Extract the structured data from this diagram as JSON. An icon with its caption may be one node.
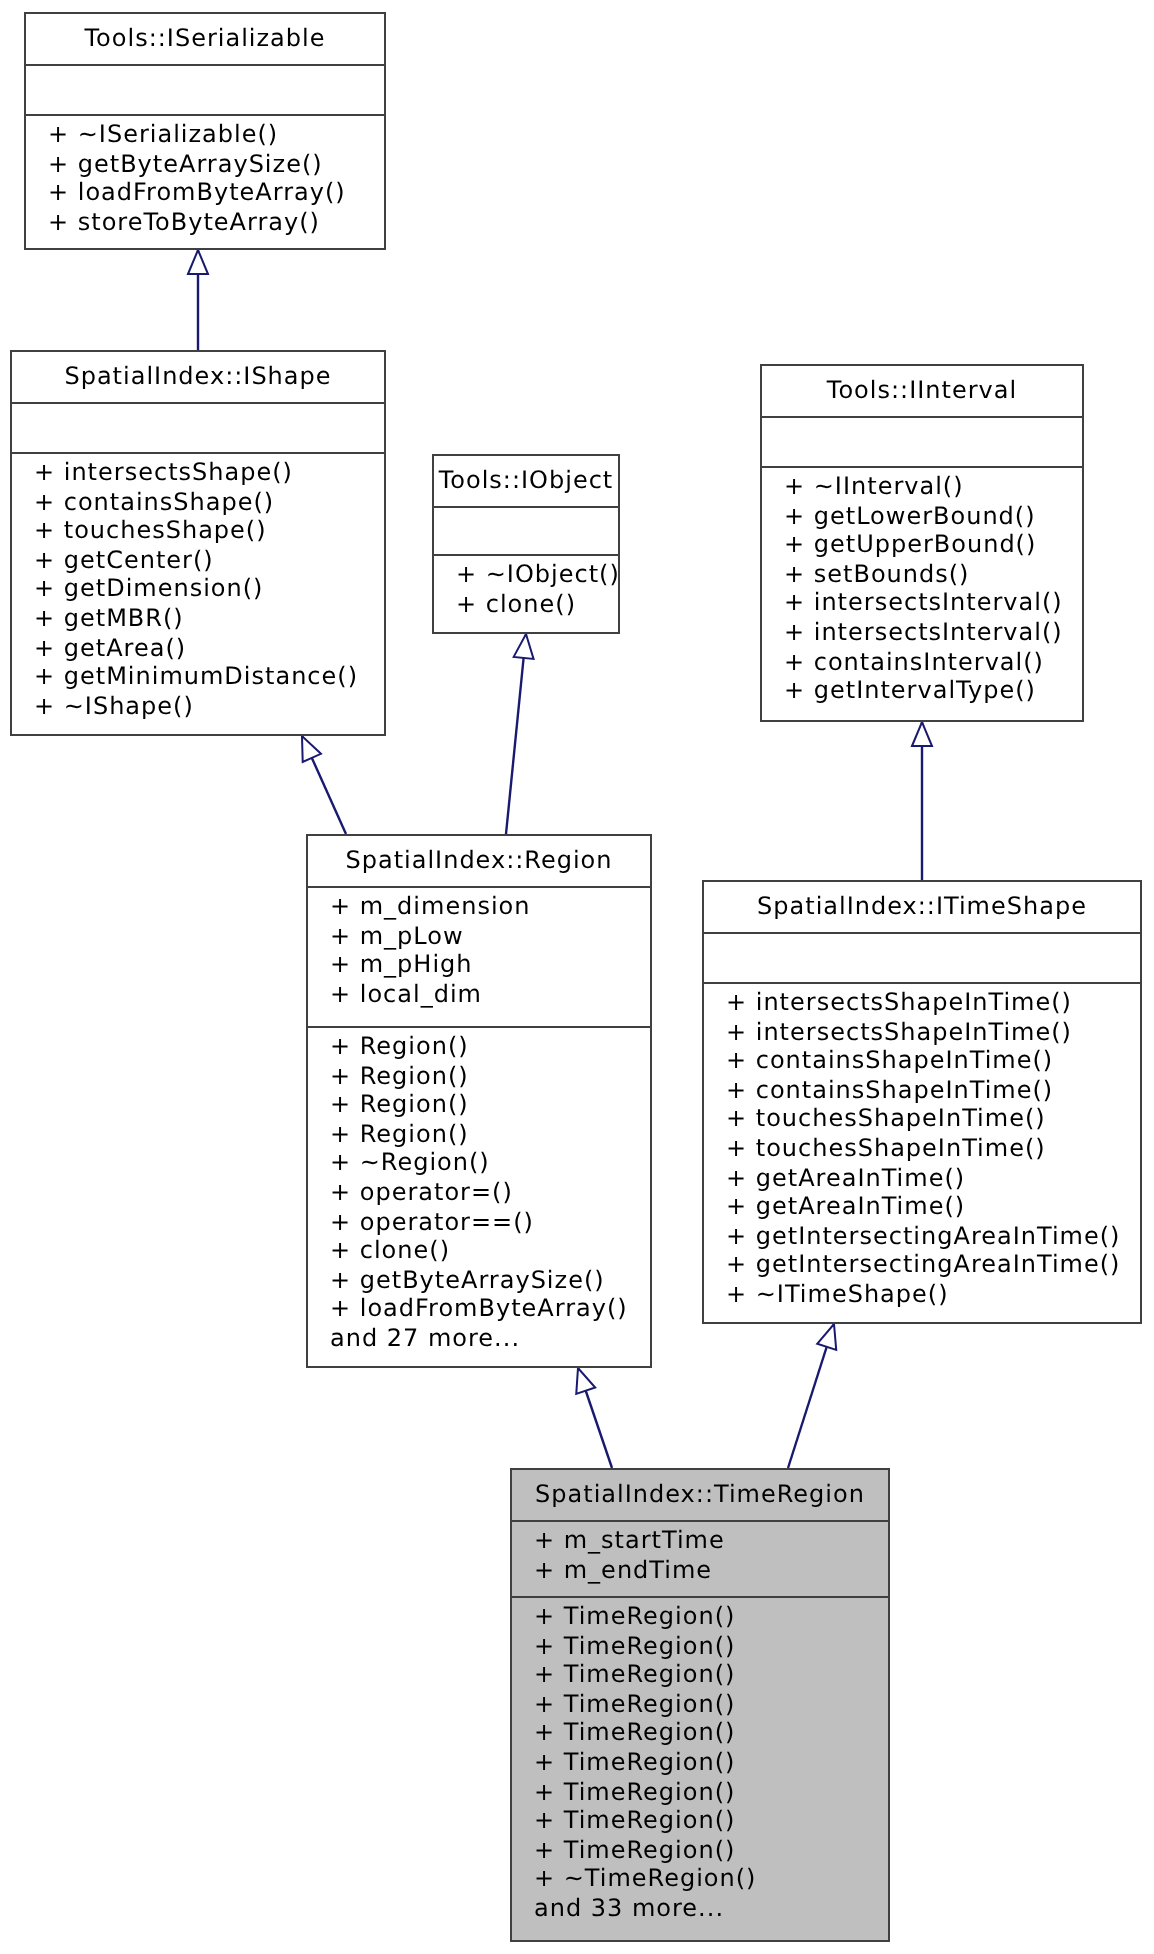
{
  "diagram": {
    "nodes": [
      {
        "text": [
          "Tools::ISerializable"
        ]
      },
      {
        "text": [],
        "shape": "box",
        "in": 0
      },
      {
        "text": [
          "+ ~ISerializable()",
          "+ getByteArraySize()",
          "+ loadFromByteArray()",
          "+ storeToByteArray()"
        ],
        "in": 0
      },
      {
        "text": [
          "SpatialIndex::IShape"
        ]
      },
      {
        "text": [],
        "shape": "box",
        "in": 3
      },
      {
        "text": [
          "+ intersectsShape()",
          "+ containsShape()",
          "+ touchesShape()",
          "+ getCenter()",
          "+ getDimension()",
          "+ getMBR()",
          "+ getArea()",
          "+ getMinimumDistance()",
          "+ ~IShape()"
        ],
        "in": 3
      },
      {
        "text": [
          "Tools::IObject"
        ]
      },
      {
        "text": [],
        "shape": "box",
        "in": 6
      },
      {
        "text": [
          "+ ~IObject()",
          "+ clone()"
        ],
        "in": 6
      },
      {
        "text": [
          "Tools::IInterval"
        ]
      },
      {
        "text": [],
        "shape": "box",
        "in": 9
      },
      {
        "text": [
          "+ ~IInterval()",
          "+ getLowerBound()",
          "+ getUpperBound()",
          "+ setBounds()",
          "+ intersectsInterval()",
          "+ intersectsInterval()",
          "+ containsInterval()",
          "+ getIntervalType()"
        ],
        "in": 9
      },
      {
        "text": [
          "SpatialIndex::Region"
        ]
      },
      {
        "text": [
          "+ m_dimension",
          "+ m_pLow",
          "+ m_pHigh",
          "+ local_dim"
        ],
        "in": 12
      },
      {
        "text": [
          "+ Region()",
          "+ Region()",
          "+ Region()",
          "+ Region()",
          "+ ~Region()",
          "+ operator=()",
          "+ operator==()",
          "+ clone()",
          "+ getByteArraySize()",
          "+ loadFromByteArray()",
          "and 27 more..."
        ],
        "in": 12
      },
      {
        "text": [
          "SpatialIndex::ITimeShape"
        ]
      },
      {
        "text": [],
        "shape": "box",
        "in": 15
      },
      {
        "text": [
          "+ intersectsShapeInTime()",
          "+ intersectsShapeInTime()",
          "+ containsShapeInTime()",
          "+ containsShapeInTime()",
          "+ touchesShapeInTime()",
          "+ touchesShapeInTime()",
          "+ getAreaInTime()",
          "+ getAreaInTime()",
          "+ getIntersectingAreaInTime()",
          "+ getIntersectingAreaInTime()",
          "+ ~ITimeShape()"
        ],
        "in": 15
      },
      {
        "text": [
          "SpatialIndex::TimeRegion"
        ]
      },
      {
        "text": [
          "+ m_startTime",
          "+ m_endTime"
        ],
        "in": 18
      },
      {
        "text": [
          "+ TimeRegion()",
          "+ TimeRegion()",
          "+ TimeRegion()",
          "+ TimeRegion()",
          "+ TimeRegion()",
          "+ TimeRegion()",
          "+ TimeRegion()",
          "+ TimeRegion()",
          "+ TimeRegion()",
          "+ ~TimeRegion()",
          "and 33 more..."
        ],
        "in": 18
      }
    ],
    "edges": [
      {
        "from": 3,
        "to": 0,
        "arrow": "to"
      },
      {
        "from": 12,
        "to": 3,
        "arrow": "to"
      },
      {
        "from": 12,
        "to": 6,
        "arrow": "to"
      },
      {
        "from": 15,
        "to": 9,
        "arrow": "to"
      },
      {
        "from": 18,
        "to": 12,
        "arrow": "to"
      },
      {
        "from": 18,
        "to": 15,
        "arrow": "to"
      }
    ]
  }
}
